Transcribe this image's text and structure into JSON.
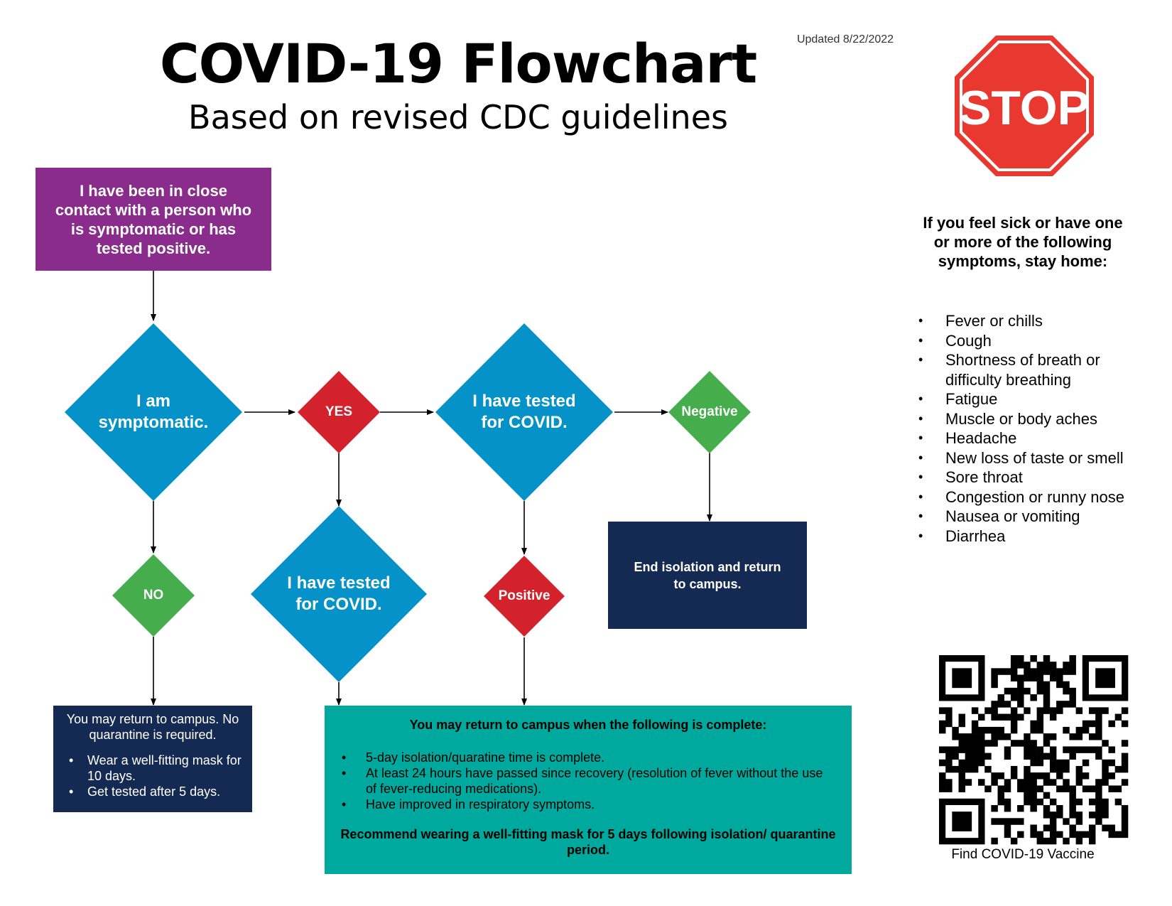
{
  "header": {
    "title": "COVID-19 Flowchart",
    "subtitle": "Based on revised CDC guidelines",
    "updated": "Updated 8/22/2022"
  },
  "colors": {
    "purple": "#8a2c8b",
    "blue": "#0592c8",
    "red": "#d4222c",
    "green": "#45ad4b",
    "navy": "#152a52",
    "teal": "#00a99d"
  },
  "flow": {
    "start": "I have been in close contact with a person who is symptomatic or has tested positive.",
    "symptomatic": "I am symptomatic.",
    "yes": "YES",
    "no": "NO",
    "tested_right": "I have tested for COVID.",
    "tested_middle": "I have tested for COVID.",
    "negative": "Negative",
    "positive": "Positive",
    "end_isolation": "End isolation and return to campus.",
    "return_no": {
      "head": "You may return to campus. No quarantine is required.",
      "items": [
        "Wear a well-fitting mask for 10 days.",
        "Get tested after 5 days."
      ]
    },
    "return_complete": {
      "head": "You may return to campus when the following is complete:",
      "items": [
        "5-day isolation/quaratine time is complete.",
        "At least 24 hours have passed since recovery (resolution of fever without the use of fever-reducing medications).",
        "Have improved in respiratory symptoms."
      ],
      "foot": "Recommend wearing a well-fitting mask for 5 days following isolation/ quarantine period."
    }
  },
  "sidebar": {
    "stop_sign": "STOP",
    "caption": "If you feel sick or have one or more of the following symptoms, stay home:",
    "symptoms": [
      "Fever or chills",
      "Cough",
      "Shortness of breath or difficulty breathing",
      "Fatigue",
      "Muscle or body aches",
      "Headache",
      "New loss of taste or smell",
      "Sore throat",
      "Congestion or runny nose",
      "Nausea or vomiting",
      "Diarrhea"
    ],
    "qr_caption": "Find COVID-19 Vaccine"
  }
}
